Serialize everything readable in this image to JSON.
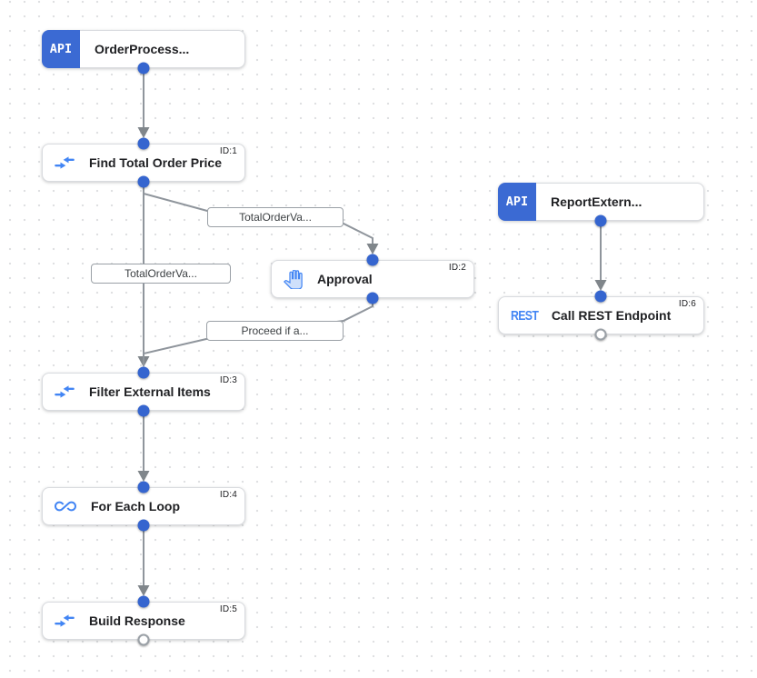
{
  "canvas": {
    "background_dot_color": "#dfe0e2",
    "edge_color": "#8f959c",
    "accent_blue": "#3b6ad3",
    "icon_blue": "#4285f4"
  },
  "nodes": [
    {
      "type": "trigger",
      "icon": "api-trigger-icon",
      "icon_label": "API",
      "title": "OrderProcess..."
    },
    {
      "type": "task",
      "icon": "data-mapping-icon",
      "title": "Find Total Order Price",
      "id_badge": "ID:1"
    },
    {
      "type": "task",
      "icon": "approval-hand-icon",
      "title": "Approval",
      "id_badge": "ID:2"
    },
    {
      "type": "task",
      "icon": "data-mapping-icon",
      "title": "Filter External Items",
      "id_badge": "ID:3"
    },
    {
      "type": "task",
      "icon": "loop-infinity-icon",
      "title": "For Each Loop",
      "id_badge": "ID:4"
    },
    {
      "type": "task",
      "icon": "data-mapping-icon",
      "title": "Build Response",
      "id_badge": "ID:5"
    },
    {
      "type": "trigger",
      "icon": "api-trigger-icon",
      "icon_label": "API",
      "title": "ReportExtern..."
    },
    {
      "type": "task",
      "icon": "rest-icon",
      "icon_label": "REST",
      "title": "Call REST Endpoint",
      "id_badge": "ID:6"
    }
  ],
  "edge_labels": [
    {
      "text": "TotalOrderVa..."
    },
    {
      "text": "TotalOrderVa..."
    },
    {
      "text": "Proceed if a..."
    }
  ]
}
